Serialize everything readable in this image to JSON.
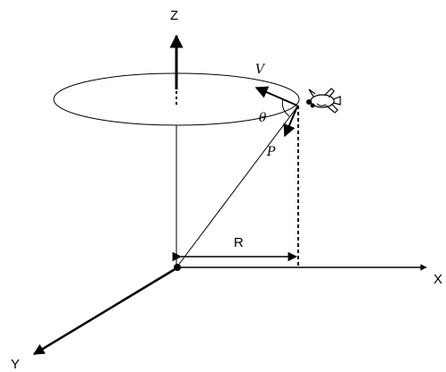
{
  "figure": {
    "labels": {
      "z_axis": "Z",
      "x_axis": "X",
      "y_axis": "Y",
      "radius": "R",
      "velocity": "V",
      "angle": "θ",
      "position": "P"
    },
    "line_color": "#000000",
    "background_color": "#ffffff"
  }
}
